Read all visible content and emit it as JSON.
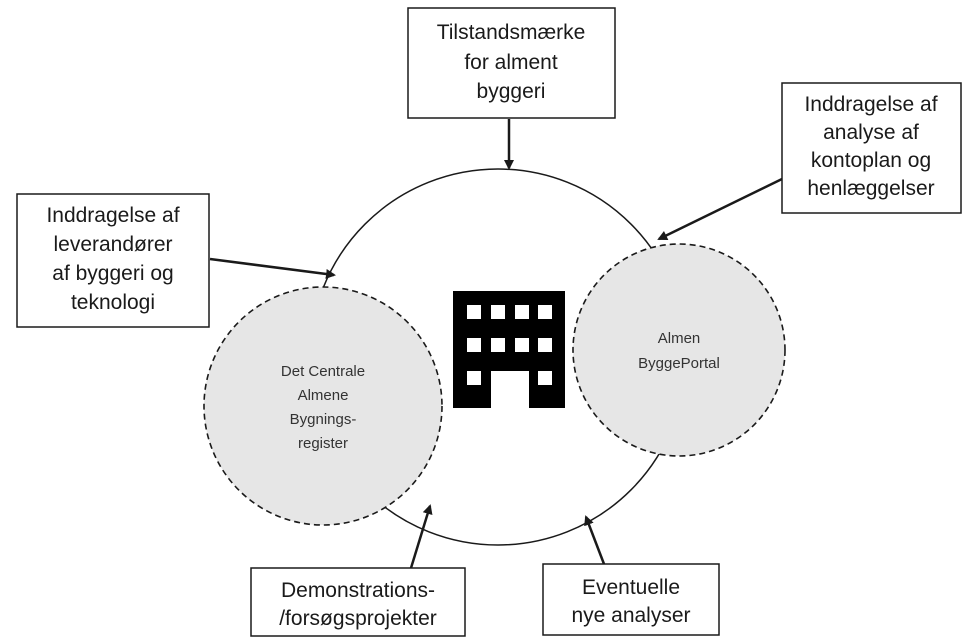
{
  "colors": {
    "stroke": "#1a1a1a",
    "dashed_fill": "#e6e6e6",
    "box_fill": "#ffffff",
    "building": "#000000"
  },
  "center": {
    "icon": "building-icon"
  },
  "boxes": {
    "top": {
      "lines": [
        "Tilstandsmærke",
        "for alment",
        "byggeri"
      ]
    },
    "top_right": {
      "lines": [
        "Inddragelse af",
        "analyse af",
        "kontoplan og",
        "henlæggelser"
      ]
    },
    "left": {
      "lines": [
        "Inddragelse af",
        "leverandører",
        "af byggeri og",
        "teknologi"
      ]
    },
    "bottom_left": {
      "lines": [
        "Demonstrations-",
        "/forsøgsprojekter"
      ]
    },
    "bottom_right": {
      "lines": [
        "Eventuelle",
        "nye analyser"
      ]
    }
  },
  "sub_circles": {
    "left": {
      "lines": [
        "Det Centrale",
        "Almene",
        "Bygnings-",
        "register"
      ]
    },
    "right": {
      "lines": [
        "Almen",
        "ByggePortal"
      ]
    }
  }
}
